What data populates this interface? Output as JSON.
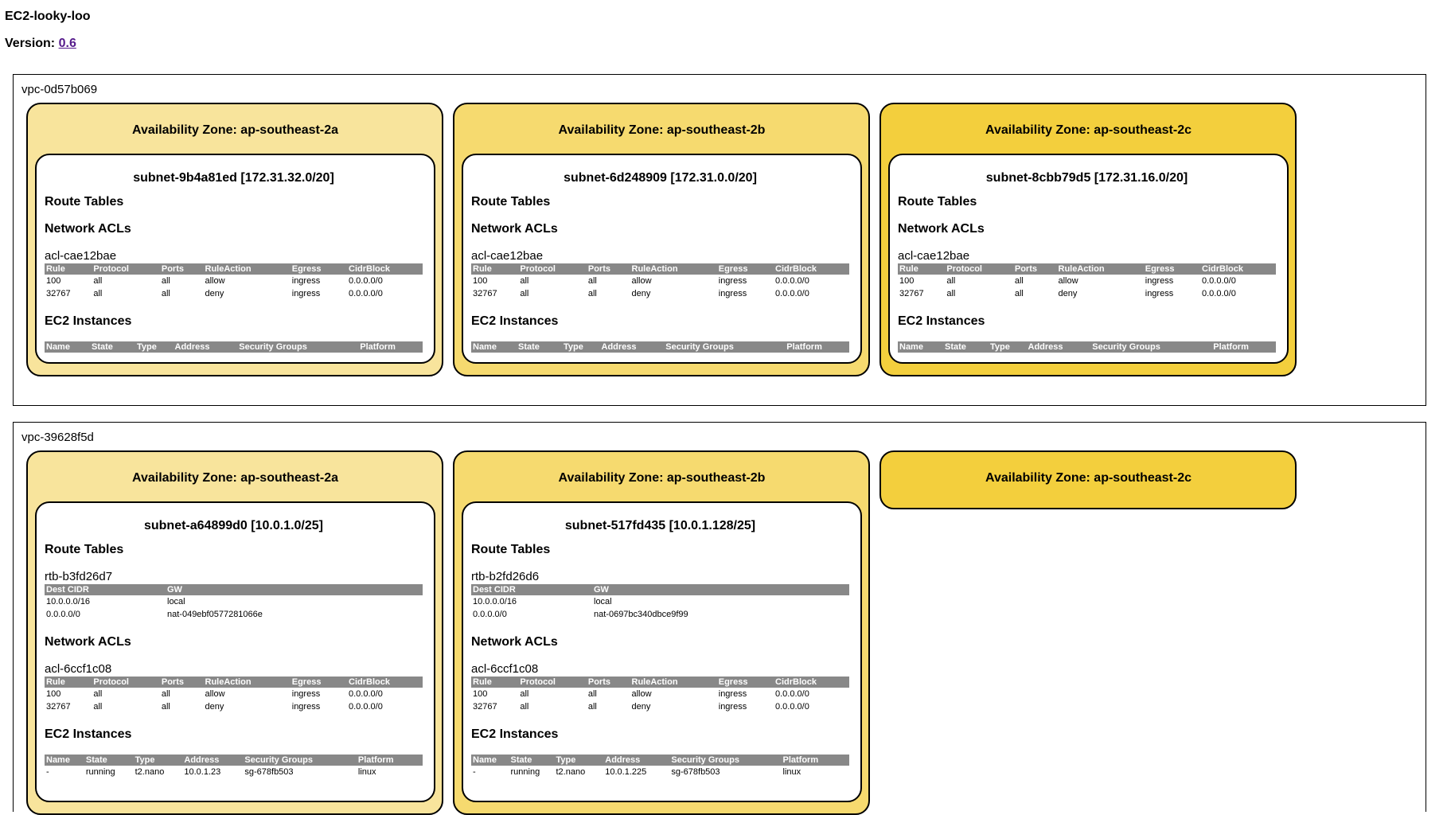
{
  "app": {
    "title": "EC2-looky-loo",
    "version_label": "Version:",
    "version_link": "0.6"
  },
  "acl_headers": [
    "Rule",
    "Protocol",
    "Ports",
    "RuleAction",
    "Egress",
    "CidrBlock"
  ],
  "rtb_headers": [
    "Dest CIDR",
    "GW"
  ],
  "ec2_headers": [
    "Name",
    "State",
    "Type",
    "Address",
    "Security Groups",
    "Platform"
  ],
  "labels": {
    "route_tables": "Route Tables",
    "network_acls": "Network ACLs",
    "ec2_instances": "EC2 Instances"
  },
  "vpcs": [
    {
      "id": "vpc-0d57b069",
      "azs": [
        {
          "title": "Availability Zone: ap-southeast-2a",
          "subnet": {
            "title": "subnet-9b4a81ed [172.31.32.0/20]",
            "acl": {
              "name": "acl-cae12bae",
              "rows": [
                [
                  "100",
                  "all",
                  "all",
                  "allow",
                  "ingress",
                  "0.0.0.0/0"
                ],
                [
                  "32767",
                  "all",
                  "all",
                  "deny",
                  "ingress",
                  "0.0.0.0/0"
                ]
              ]
            }
          }
        },
        {
          "title": "Availability Zone: ap-southeast-2b",
          "subnet": {
            "title": "subnet-6d248909 [172.31.0.0/20]",
            "acl": {
              "name": "acl-cae12bae",
              "rows": [
                [
                  "100",
                  "all",
                  "all",
                  "allow",
                  "ingress",
                  "0.0.0.0/0"
                ],
                [
                  "32767",
                  "all",
                  "all",
                  "deny",
                  "ingress",
                  "0.0.0.0/0"
                ]
              ]
            }
          }
        },
        {
          "title": "Availability Zone: ap-southeast-2c",
          "subnet": {
            "title": "subnet-8cbb79d5 [172.31.16.0/20]",
            "acl": {
              "name": "acl-cae12bae",
              "rows": [
                [
                  "100",
                  "all",
                  "all",
                  "allow",
                  "ingress",
                  "0.0.0.0/0"
                ],
                [
                  "32767",
                  "all",
                  "all",
                  "deny",
                  "ingress",
                  "0.0.0.0/0"
                ]
              ]
            }
          }
        }
      ]
    },
    {
      "id": "vpc-39628f5d",
      "azs": [
        {
          "title": "Availability Zone: ap-southeast-2a",
          "subnet": {
            "title": "subnet-a64899d0 [10.0.1.0/25]",
            "rtb": {
              "name": "rtb-b3fd26d7",
              "rows": [
                [
                  "10.0.0.0/16",
                  "local"
                ],
                [
                  "0.0.0.0/0",
                  "nat-049ebf0577281066e"
                ]
              ]
            },
            "acl": {
              "name": "acl-6ccf1c08",
              "rows": [
                [
                  "100",
                  "all",
                  "all",
                  "allow",
                  "ingress",
                  "0.0.0.0/0"
                ],
                [
                  "32767",
                  "all",
                  "all",
                  "deny",
                  "ingress",
                  "0.0.0.0/0"
                ]
              ]
            },
            "ec2": [
              [
                "-",
                "running",
                "t2.nano",
                "10.0.1.23",
                "sg-678fb503",
                "linux"
              ]
            ]
          }
        },
        {
          "title": "Availability Zone: ap-southeast-2b",
          "subnet": {
            "title": "subnet-517fd435 [10.0.1.128/25]",
            "rtb": {
              "name": "rtb-b2fd26d6",
              "rows": [
                [
                  "10.0.0.0/16",
                  "local"
                ],
                [
                  "0.0.0.0/0",
                  "nat-0697bc340dbce9f99"
                ]
              ]
            },
            "acl": {
              "name": "acl-6ccf1c08",
              "rows": [
                [
                  "100",
                  "all",
                  "all",
                  "allow",
                  "ingress",
                  "0.0.0.0/0"
                ],
                [
                  "32767",
                  "all",
                  "all",
                  "deny",
                  "ingress",
                  "0.0.0.0/0"
                ]
              ]
            },
            "ec2": [
              [
                "-",
                "running",
                "t2.nano",
                "10.0.1.225",
                "sg-678fb503",
                "linux"
              ]
            ]
          }
        },
        {
          "title": "Availability Zone: ap-southeast-2c"
        }
      ]
    }
  ]
}
